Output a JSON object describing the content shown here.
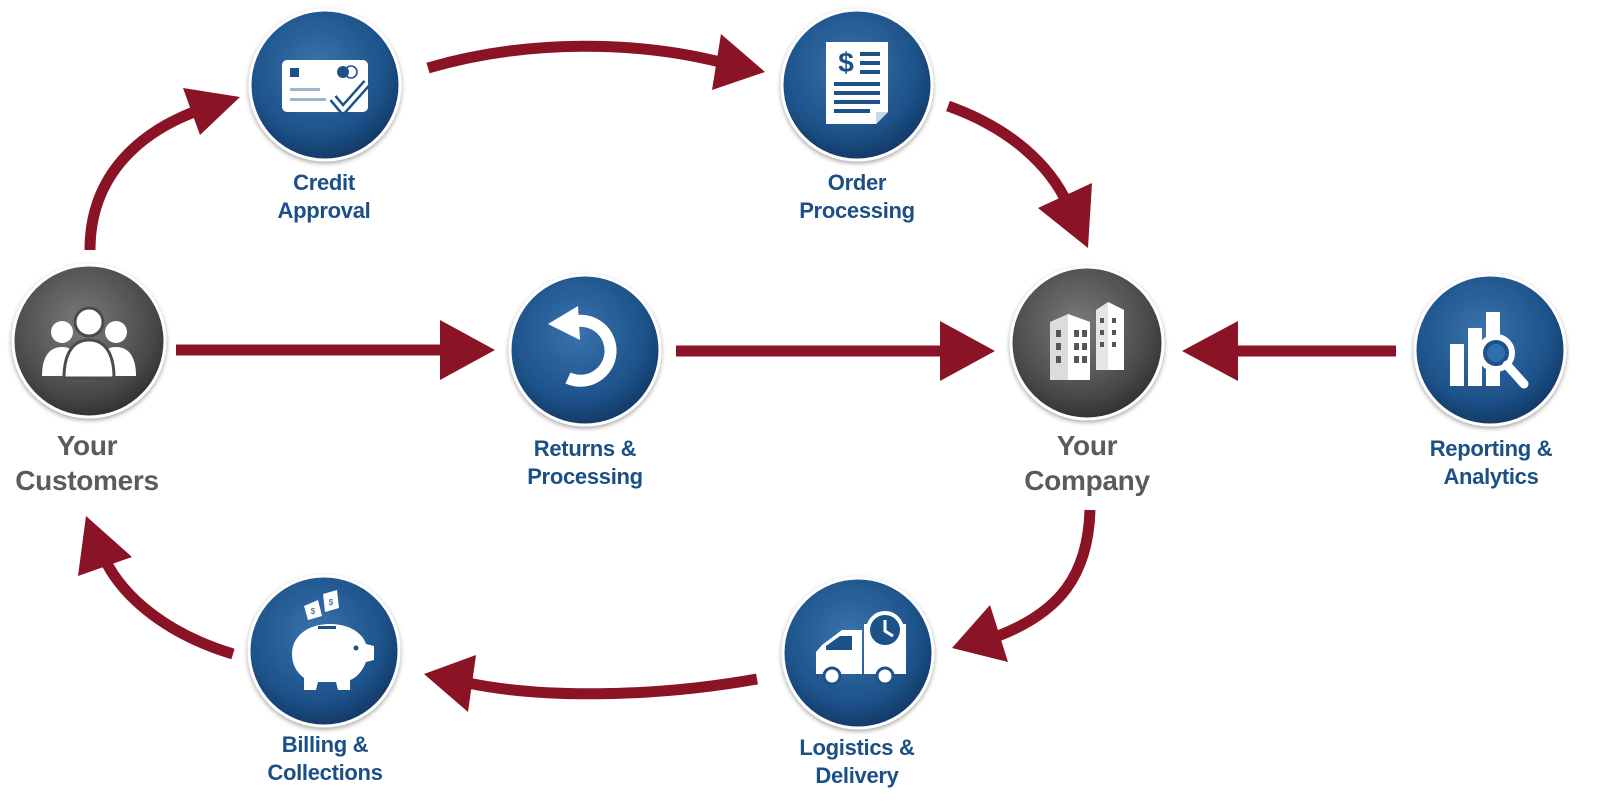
{
  "colors": {
    "arrow": "#8a1325",
    "node_blue": "#1b4f85",
    "node_grey": "#4a4a4a",
    "label_blue": "#1b4f85",
    "label_grey": "#5b5b5b"
  },
  "nodes": {
    "customers": {
      "line1": "Your",
      "line2": "Customers",
      "icon": "people-icon"
    },
    "credit": {
      "line1": "Credit",
      "line2": "Approval",
      "icon": "credit-card-check-icon"
    },
    "order": {
      "line1": "Order",
      "line2": "Processing",
      "icon": "invoice-dollar-icon"
    },
    "company": {
      "line1": "Your",
      "line2": "Company",
      "icon": "buildings-icon"
    },
    "returns": {
      "line1": "Returns &",
      "line2": "Processing",
      "icon": "return-arrow-icon"
    },
    "reporting": {
      "line1": "Reporting &",
      "line2": "Analytics",
      "icon": "chart-magnifier-icon"
    },
    "logistics": {
      "line1": "Logistics &",
      "line2": "Delivery",
      "icon": "delivery-truck-clock-icon"
    },
    "billing": {
      "line1": "Billing &",
      "line2": "Collections",
      "icon": "piggy-bank-icon"
    }
  }
}
